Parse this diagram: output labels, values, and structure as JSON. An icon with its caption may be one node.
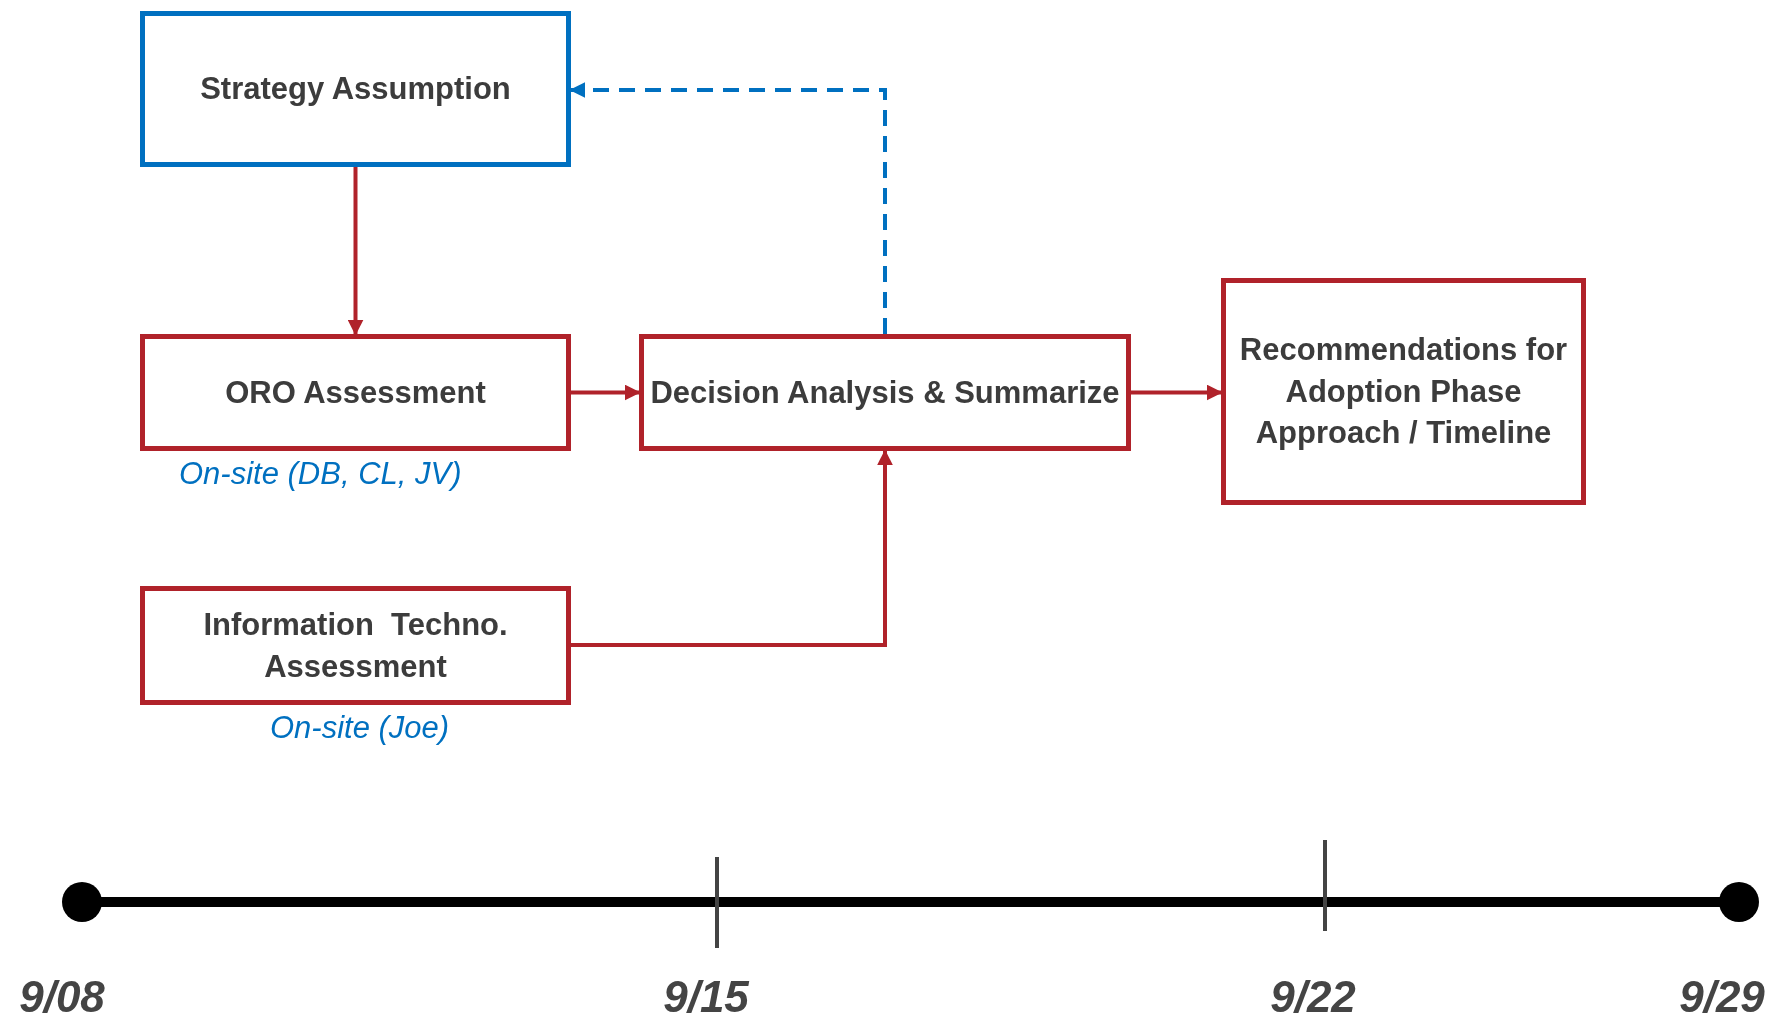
{
  "diagram": {
    "nodes": [
      {
        "text": [
          "Strategy Assumption"
        ]
      },
      {
        "text": [
          "ORO Assessment"
        ],
        "beside": [
          "On-site (DB, CL, JV)"
        ]
      },
      {
        "text": [
          "Decision Analysis & Summarize"
        ]
      },
      {
        "text": [
          "Recommendations for Adoption Phase Approach / Timeline"
        ]
      },
      {
        "text": [
          "Information  Techno. Assessment"
        ],
        "beside": [
          "On-site (Joe)"
        ]
      }
    ],
    "edges": [
      {
        "from": 0,
        "to": 1,
        "arrow": "to"
      },
      {
        "from": 1,
        "to": 2,
        "arrow": "to"
      },
      {
        "from": 4,
        "to": 2,
        "arrow": "to"
      },
      {
        "from": 2,
        "to": 3,
        "arrow": "to"
      },
      {
        "from": 2,
        "to": 0,
        "arrow": "to",
        "style": "dashed",
        "color": "#0070c0"
      }
    ],
    "labels": [
      "9/08",
      "9/15",
      "9/22",
      "9/29"
    ]
  }
}
